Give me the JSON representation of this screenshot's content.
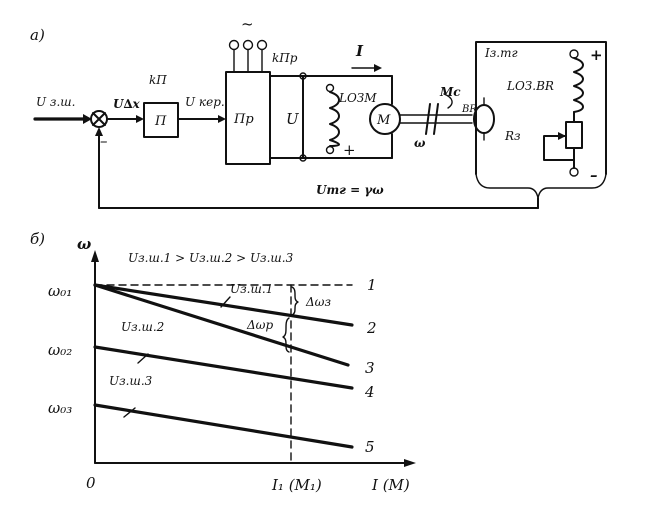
{
  "section_a": {
    "label": "а)",
    "inputs": {
      "u_setpoint": "U з.ш.",
      "u_error": "U∆x",
      "u_control": "U кер.",
      "ac_supply": "~",
      "minus_sign": "–"
    },
    "blocks": {
      "amplifier_label": "П",
      "amplifier_gain": "kП",
      "converter_label": "Пр",
      "converter_gain": "kПр",
      "motor_label": "M",
      "tach_label": "BR"
    },
    "signals": {
      "voltage": "U",
      "current": "I",
      "field_winding": "LОЗМ",
      "plus_sign": "+",
      "omega": "ω",
      "load_torque": "Mc",
      "tach_current": "Iз.тг",
      "tach_field": "LОЗ.BR",
      "resistor": "Rз",
      "plus_tach": "+",
      "minus_tach": "–",
      "feedback": "Uтг = γω"
    }
  },
  "section_b": {
    "label": "б)",
    "condition": "Uз.ш.1 > Uз.ш.2 > Uз.ш.3",
    "y_axis": "ω",
    "x_axis": "I (M)",
    "origin": "0",
    "x_mark": "I₁ (M₁)",
    "ticks": [
      "ω₀₁",
      "ω₀₂",
      "ω₀₃"
    ],
    "curve_labels": [
      "1",
      "2",
      "3",
      "4",
      "5"
    ],
    "setpoint_labels": [
      "Uз.ш.1",
      "Uз.ш.2",
      "Uз.ш.3"
    ],
    "delta_open": "Δωз",
    "delta_closed": "Δωр"
  }
}
